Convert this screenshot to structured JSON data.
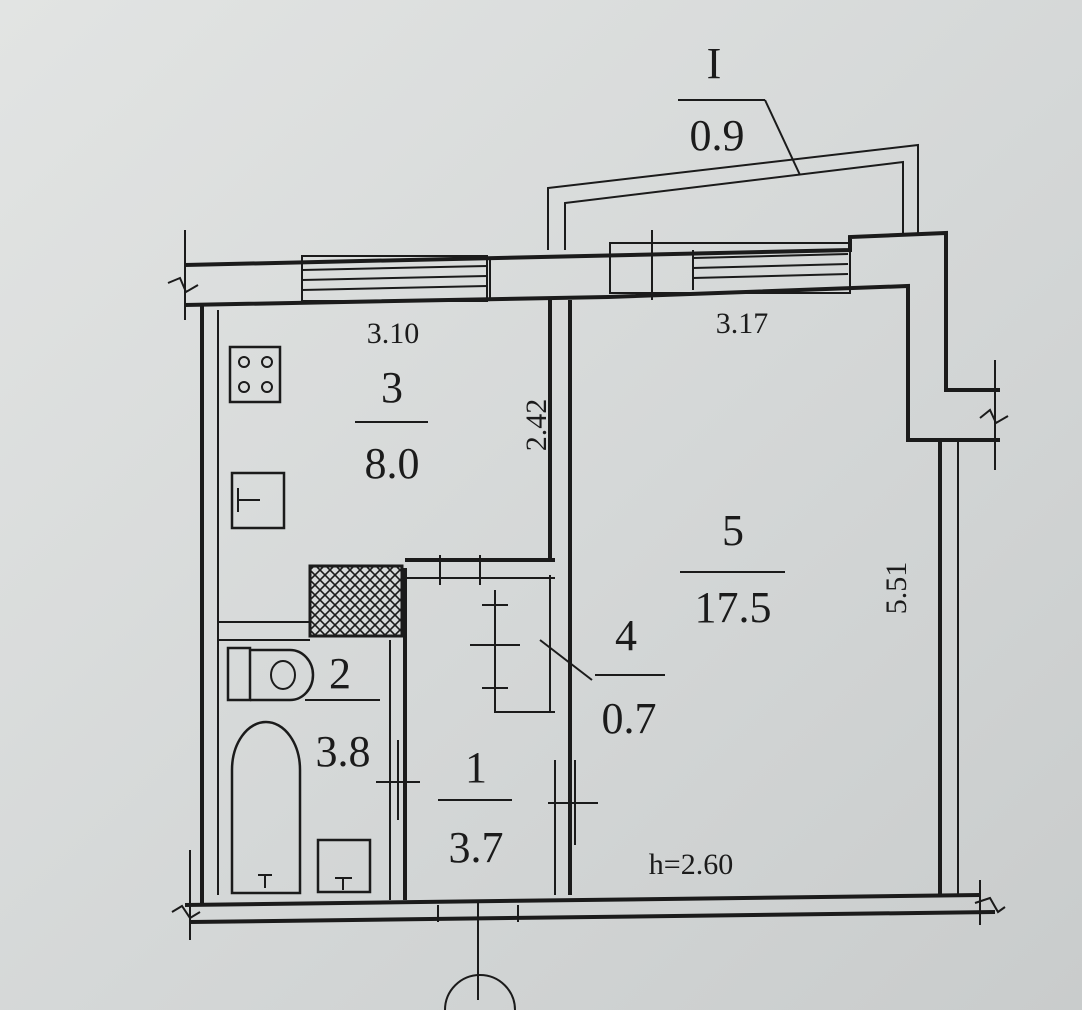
{
  "balcony": {
    "number": "I",
    "area": "0.9"
  },
  "rooms": [
    {
      "key": "kitchen",
      "number": "3",
      "area": "8.0"
    },
    {
      "key": "bathroom",
      "number": "2",
      "area": "3.8"
    },
    {
      "key": "corridor",
      "number": "1",
      "area": "3.7"
    },
    {
      "key": "closet",
      "number": "4",
      "area": "0.7"
    },
    {
      "key": "living",
      "number": "5",
      "area": "17.5"
    }
  ],
  "dimensions": {
    "kitchen_width": "3.10",
    "living_width": "3.17",
    "kitchen_depth": "2.42",
    "living_depth": "5.51",
    "ceiling_height": "h=2.60"
  },
  "colors": {
    "paper": "#d6d9d9",
    "ink": "#1b1b1b"
  }
}
